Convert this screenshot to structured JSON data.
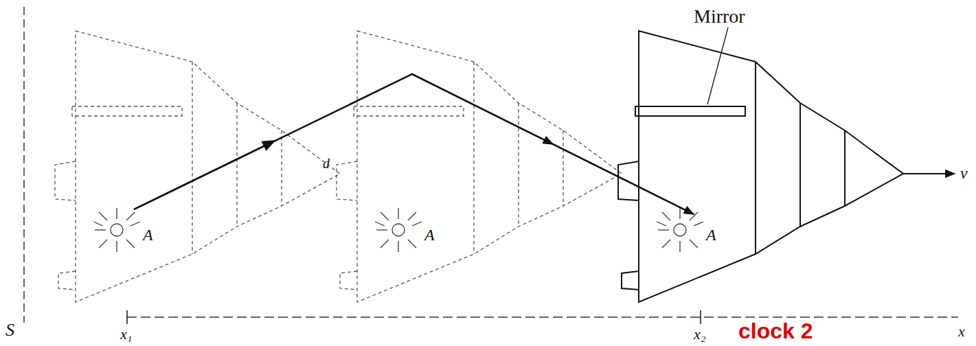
{
  "diagram": {
    "labels": [
      "Mirror",
      "v",
      "S",
      "x₁",
      "x₂",
      "x",
      "clock 2",
      "A",
      "A",
      "A",
      "d"
    ]
  }
}
